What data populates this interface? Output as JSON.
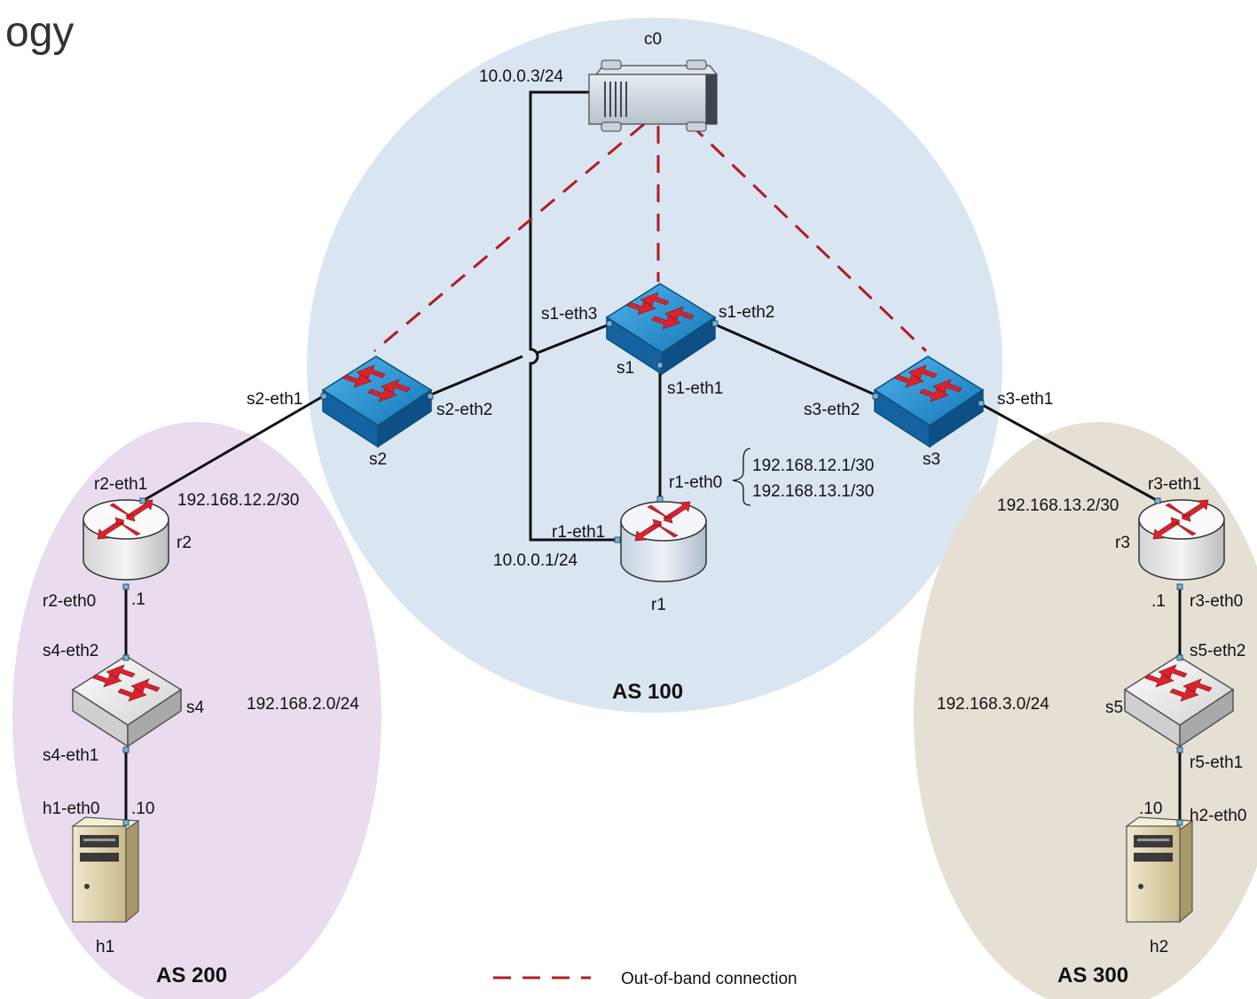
{
  "title": "ogy",
  "zones": {
    "as100": "AS 100",
    "as200": "AS 200",
    "as300": "AS 300"
  },
  "nodes": {
    "c0": "c0",
    "s1": "s1",
    "s2": "s2",
    "s3": "s3",
    "s4": "s4",
    "s5": "s5",
    "r1": "r1",
    "r2": "r2",
    "r3": "r3",
    "h1": "h1",
    "h2": "h2"
  },
  "interfaces": {
    "s1_eth1": "s1-eth1",
    "s1_eth2": "s1-eth2",
    "s1_eth3": "s1-eth3",
    "s2_eth1": "s2-eth1",
    "s2_eth2": "s2-eth2",
    "s3_eth1": "s3-eth1",
    "s3_eth2": "s3-eth2",
    "r1_eth0": "r1-eth0",
    "r1_eth1": "r1-eth1",
    "r2_eth0": "r2-eth0",
    "r2_eth1": "r2-eth1",
    "r3_eth0": "r3-eth0",
    "r3_eth1": "r3-eth1",
    "s4_eth1": "s4-eth1",
    "s4_eth2": "s4-eth2",
    "s5_eth2": "s5-eth2",
    "r5_eth1": "r5-eth1",
    "h1_eth0": "h1-eth0",
    "h2_eth0": "h2-eth0"
  },
  "addresses": {
    "c0_ip": "10.0.0.3/24",
    "r1_eth1_ip": "10.0.0.1/24",
    "r1_eth0_ip_a": "192.168.12.1/30",
    "r1_eth0_ip_b": "192.168.13.1/30",
    "r2_eth1_ip": "192.168.12.2/30",
    "r3_eth1_ip": "192.168.13.2/30",
    "r2_eth0_ip": ".1",
    "r3_eth0_ip": ".1",
    "h1_ip": ".10",
    "h2_ip": ".10",
    "lan_as200": "192.168.2.0/24",
    "lan_as300": "192.168.3.0/24"
  },
  "legend": {
    "oob_label": "Out-of-band connection"
  },
  "colors": {
    "as100": "#d9e6f2",
    "as200": "#e8dcee",
    "as300": "#e6e0d4",
    "switch_blue": "#1e88c8",
    "switch_gray": "#e3e3e3",
    "arrow_red": "#d9232d",
    "oob_red": "#b01c24"
  }
}
